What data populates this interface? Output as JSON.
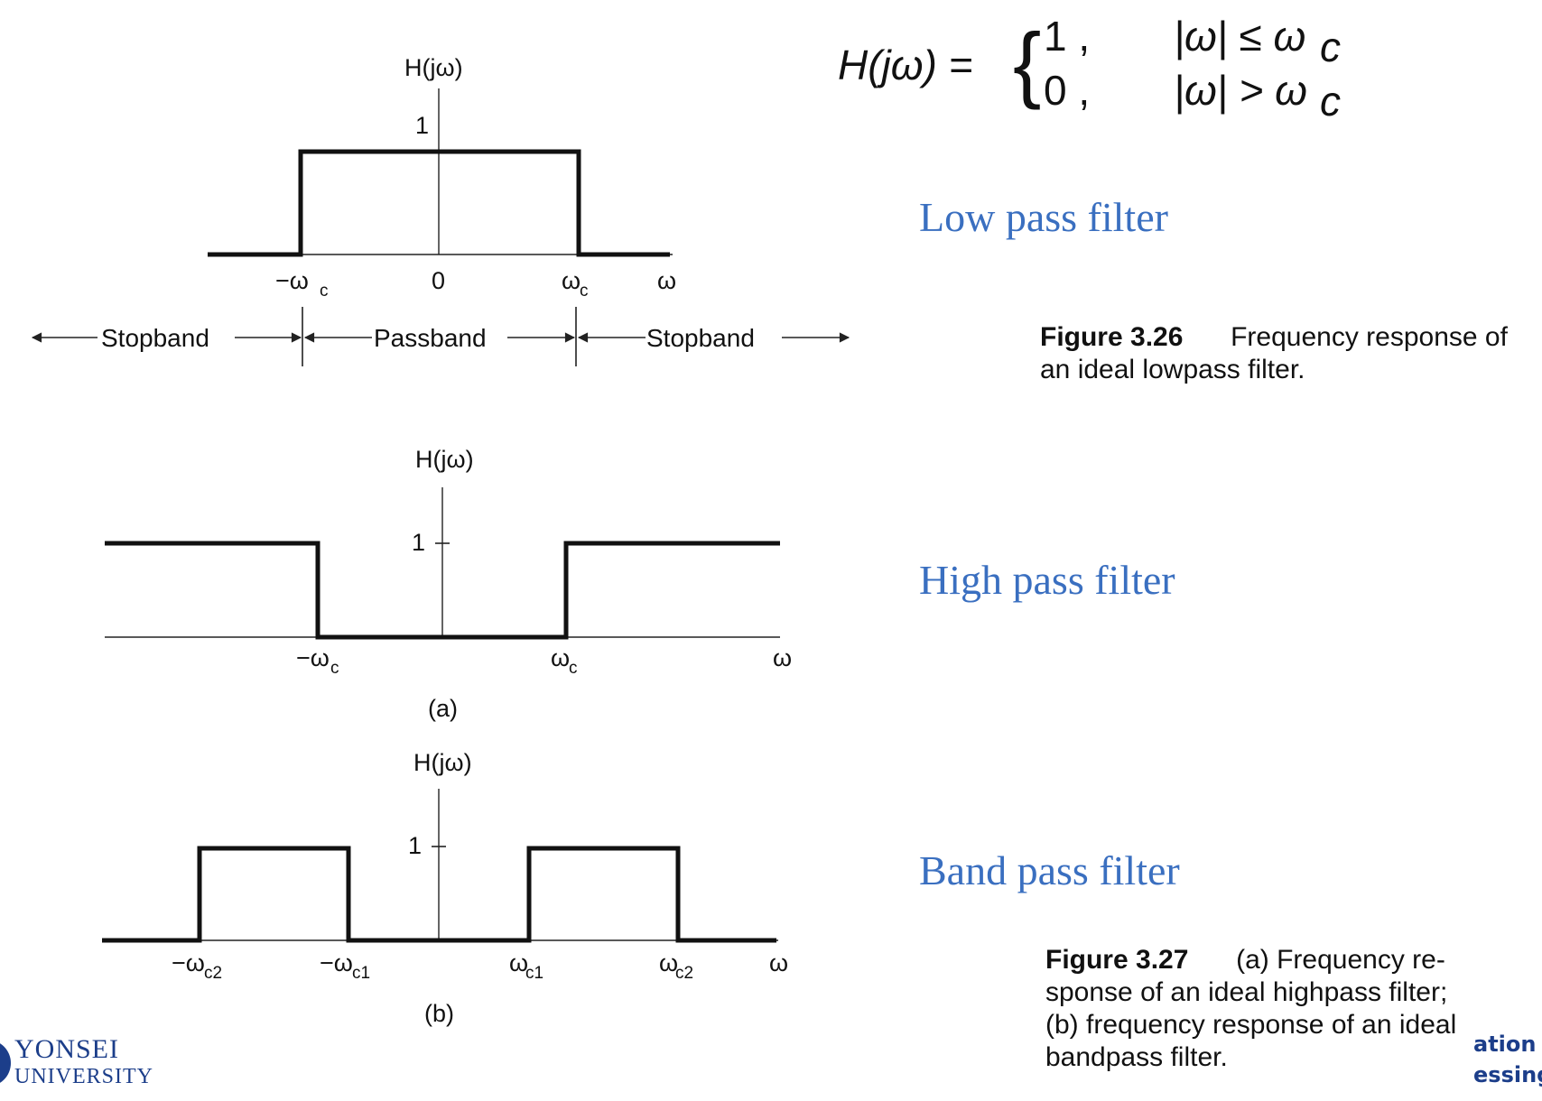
{
  "equation": {
    "lhs": "H(jω) =",
    "case1_value": "1 ,",
    "case1_condition": "|ω| ≤ ω",
    "case2_value": "0 ,",
    "case2_condition": "|ω| > ω",
    "subscript": "c"
  },
  "lowpass": {
    "ylabel": "H(jω)",
    "ytick": "1",
    "ticks": [
      "−ω",
      "0",
      "ω",
      "ω"
    ],
    "tick_subs": [
      "c",
      "",
      "c",
      ""
    ],
    "bands": [
      "Stopband",
      "Passband",
      "Stopband"
    ],
    "name": "Low pass filter",
    "caption_fig": "Figure 3.26",
    "caption_line1": "Frequency response of",
    "caption_line2": "an ideal lowpass filter."
  },
  "highpass": {
    "ylabel": "H(jω)",
    "ytick": "1",
    "ticks": [
      "−ω",
      "ω",
      "ω"
    ],
    "tick_subs": [
      "c",
      "c",
      ""
    ],
    "panel": "(a)",
    "name": "High pass filter"
  },
  "bandpass": {
    "ylabel": "H(jω)",
    "ytick": "1",
    "ticks": [
      "−ω",
      "−ω",
      "ω",
      "ω",
      "ω"
    ],
    "tick_subs": [
      "c2",
      "c1",
      "c1",
      "c2",
      ""
    ],
    "panel": "(b)",
    "name": "Band pass filter",
    "caption_fig": "Figure 3.27",
    "caption_line1": "(a) Frequency re-",
    "caption_line2": "sponse of an ideal highpass filter;",
    "caption_line3": "(b) frequency response of an ideal",
    "caption_line4": "bandpass filter."
  },
  "footer": {
    "logo_line1": "YONSEI",
    "logo_line2": "UNIVERSITY",
    "corner_line1": "ation",
    "corner_line2": "essing"
  }
}
